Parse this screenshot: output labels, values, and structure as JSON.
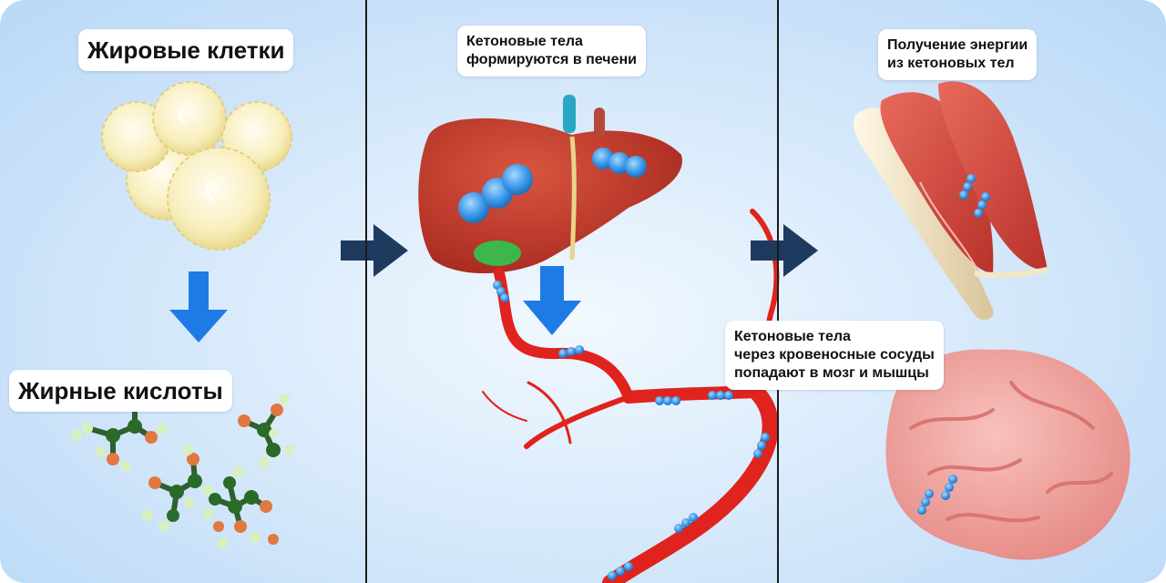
{
  "panels": {
    "fat": {
      "title": "Жировые клетки",
      "subtitle": "Жирные кислоты"
    },
    "liver": {
      "caption": "Кетоновые тела\nформируются в печени"
    },
    "energy": {
      "caption_top": "Получение энергии\nиз кетоновых тел",
      "caption_mid": "Кетоновые тела\nчерез кровеносные сосуды\nпопадают в мозг и мышцы"
    }
  },
  "colors": {
    "arrow_dark": "#1e3a5f",
    "arrow_blue": "#1e7be6",
    "ketone": "#3d9bea",
    "liver": "#c43a2c",
    "vessel": "#e0231c",
    "brain": "#f2a3a0",
    "muscle": "#d9463d",
    "fat_cell": "#fbf3c8"
  }
}
